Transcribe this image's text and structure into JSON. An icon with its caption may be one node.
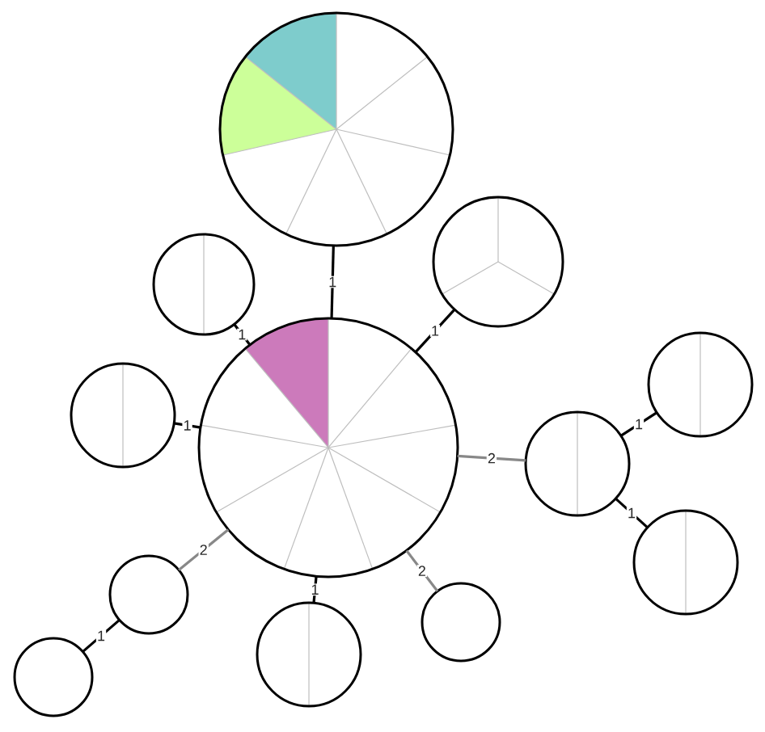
{
  "diagram": {
    "nodes": [
      {
        "text": [],
        "shape": "circle"
      },
      {
        "text": [],
        "shape": "circle"
      },
      {
        "text": [],
        "shape": "circle"
      },
      {
        "text": [],
        "shape": "circle"
      },
      {
        "text": [],
        "shape": "circle"
      },
      {
        "text": [],
        "shape": "circle"
      },
      {
        "text": [],
        "shape": "circle"
      },
      {
        "text": [],
        "shape": "circle"
      },
      {
        "text": [],
        "shape": "circle"
      },
      {
        "text": [],
        "shape": "circle"
      },
      {
        "text": [],
        "shape": "circle"
      },
      {
        "text": [],
        "shape": "circle"
      }
    ],
    "edges": [
      {
        "from": 0,
        "to": 1,
        "arrow": "none",
        "label": "1"
      },
      {
        "from": 2,
        "to": 1,
        "arrow": "none",
        "label": "1"
      },
      {
        "from": 3,
        "to": 1,
        "arrow": "none",
        "label": "1"
      },
      {
        "from": 4,
        "to": 1,
        "arrow": "none",
        "label": "1"
      },
      {
        "from": 1,
        "to": 5,
        "arrow": "none",
        "label": "2",
        "color": "#888888"
      },
      {
        "from": 5,
        "to": 6,
        "arrow": "none",
        "label": "1"
      },
      {
        "from": 5,
        "to": 7,
        "arrow": "none",
        "label": "1"
      },
      {
        "from": 1,
        "to": 8,
        "arrow": "none",
        "label": "2",
        "color": "#888888"
      },
      {
        "from": 8,
        "to": 9,
        "arrow": "none",
        "label": "1"
      },
      {
        "from": 1,
        "to": 10,
        "arrow": "none",
        "label": "1"
      },
      {
        "from": 1,
        "to": 11,
        "arrow": "none",
        "label": "2",
        "color": "#888888"
      }
    ]
  }
}
